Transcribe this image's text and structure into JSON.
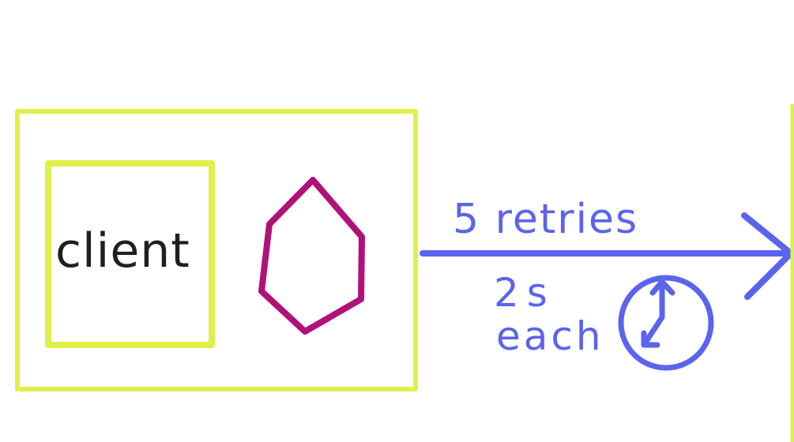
{
  "colors": {
    "background": "#ffffff",
    "container_outline": "#dff04a",
    "hexagon": "#b0127a",
    "arrow": "#5b63ef",
    "client_text": "#1f1f1f"
  },
  "client": {
    "label": "client"
  },
  "connection": {
    "retries_label": "5 retries",
    "interval_line1": "2s",
    "interval_line2": "each",
    "icon": "clock-icon"
  }
}
